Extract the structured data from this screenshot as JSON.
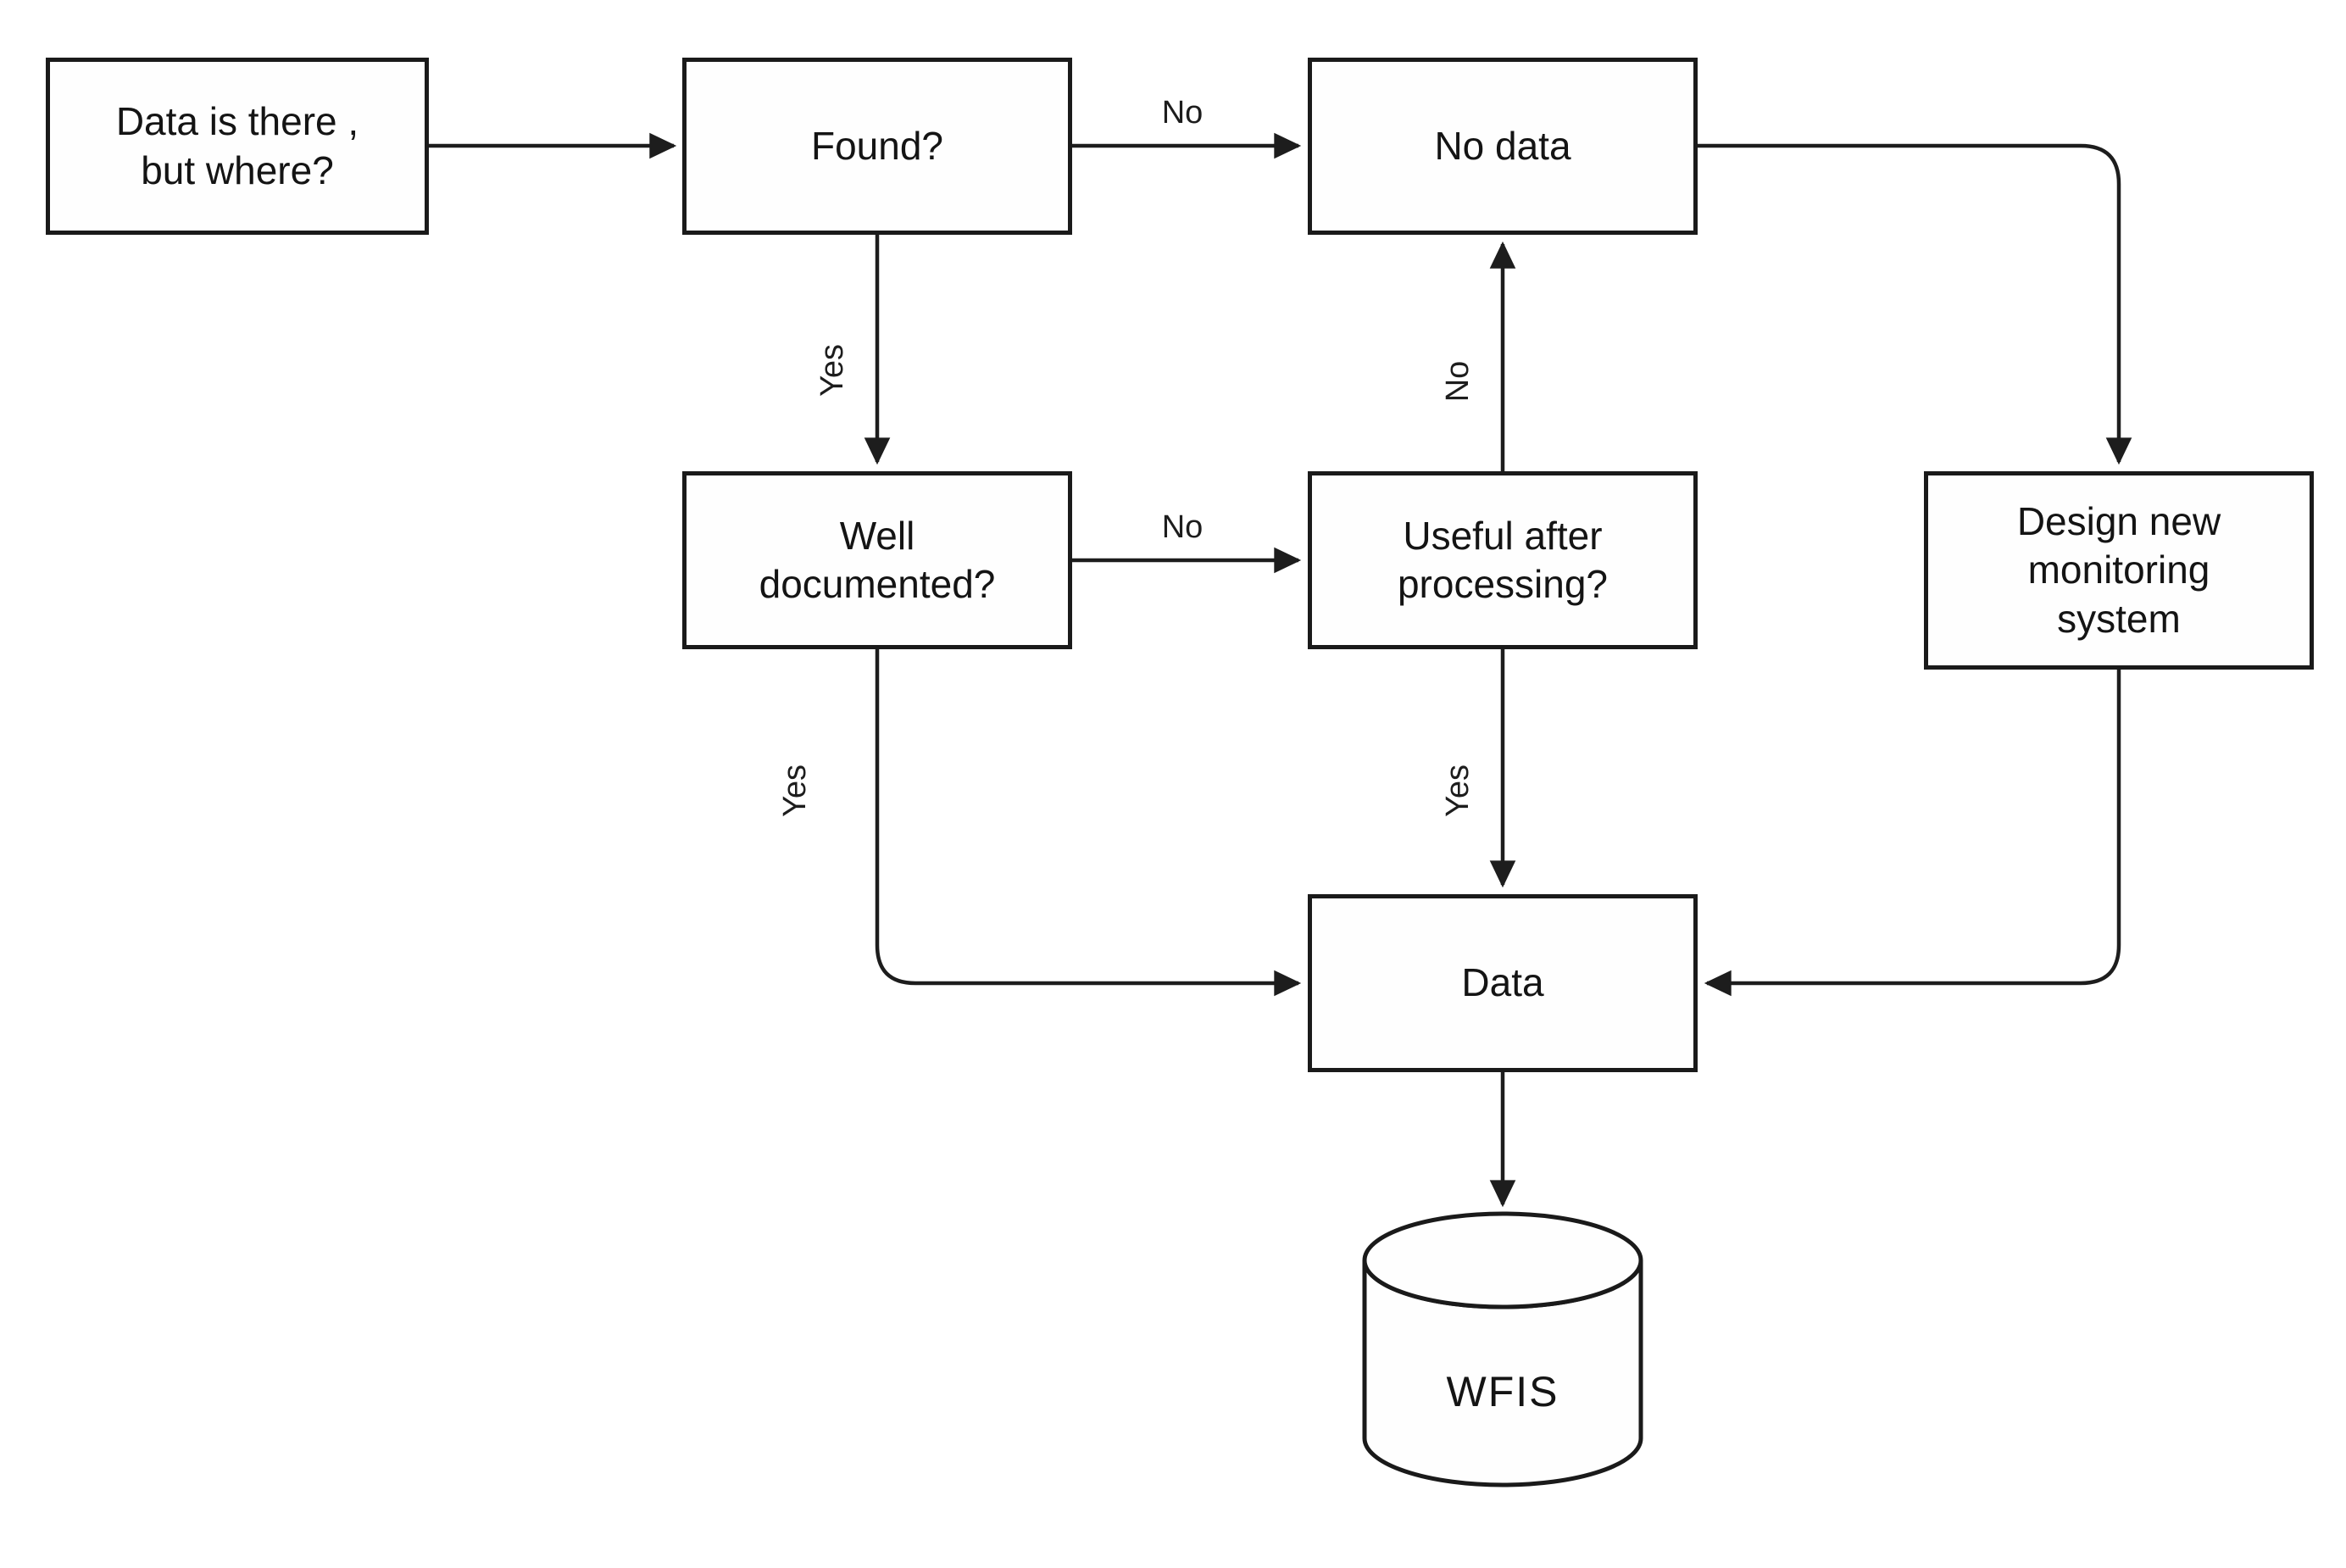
{
  "diagram": {
    "type": "flowchart",
    "nodes": {
      "start": {
        "label": "Data is there ,\nbut where?",
        "shape": "rectangle"
      },
      "found": {
        "label": "Found?",
        "shape": "rectangle"
      },
      "no_data": {
        "label": "No data",
        "shape": "rectangle"
      },
      "well_documented": {
        "label": "Well\ndocumented?",
        "shape": "rectangle"
      },
      "useful_after_processing": {
        "label": "Useful after\nprocessing?",
        "shape": "rectangle"
      },
      "design_new_monitoring_system": {
        "label": "Design new\nmonitoring\nsystem",
        "shape": "rectangle"
      },
      "data": {
        "label": "Data",
        "shape": "rectangle"
      },
      "wfis": {
        "label": "WFIS",
        "shape": "database-cylinder"
      }
    },
    "edges": [
      {
        "from": "start",
        "to": "found",
        "label": ""
      },
      {
        "from": "found",
        "to": "no_data",
        "label": "No"
      },
      {
        "from": "found",
        "to": "well_documented",
        "label": "Yes"
      },
      {
        "from": "no_data",
        "to": "design_new_monitoring_system",
        "label": ""
      },
      {
        "from": "well_documented",
        "to": "useful_after_processing",
        "label": "No"
      },
      {
        "from": "useful_after_processing",
        "to": "no_data",
        "label": "No"
      },
      {
        "from": "well_documented",
        "to": "data",
        "label": "Yes"
      },
      {
        "from": "useful_after_processing",
        "to": "data",
        "label": "Yes"
      },
      {
        "from": "design_new_monitoring_system",
        "to": "data",
        "label": ""
      },
      {
        "from": "data",
        "to": "wfis",
        "label": ""
      }
    ],
    "colors": {
      "background": "#ffffff",
      "node_fill": "#fefefe",
      "stroke": "#1a1a1a",
      "text": "#141414"
    }
  }
}
